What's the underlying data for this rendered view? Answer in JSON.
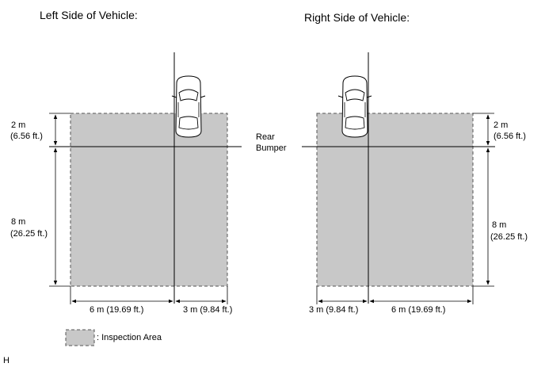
{
  "left_title": "Left Side of Vehicle:",
  "right_title": "Right Side of Vehicle:",
  "rear_bumper_line1": "Rear",
  "rear_bumper_line2": "Bumper",
  "left_top_dim_m": "2 m",
  "left_top_dim_ft": "(6.56 ft.)",
  "left_side_dim_m": "8 m",
  "left_side_dim_ft": "(26.25 ft.)",
  "left_bottom_a": "6 m (19.69 ft.)",
  "left_bottom_b": "3 m (9.84 ft.)",
  "right_top_dim_m": "2 m",
  "right_top_dim_ft": "(6.56 ft.)",
  "right_side_dim_m": "8 m",
  "right_side_dim_ft": "(26.25 ft.)",
  "right_bottom_a": "3 m (9.84 ft.)",
  "right_bottom_b": "6 m (19.69 ft.)",
  "legend_label": ": Inspection Area",
  "corner_label": "H",
  "colors": {
    "inspection_area_fill": "#c8c8c8",
    "line": "#000000"
  }
}
